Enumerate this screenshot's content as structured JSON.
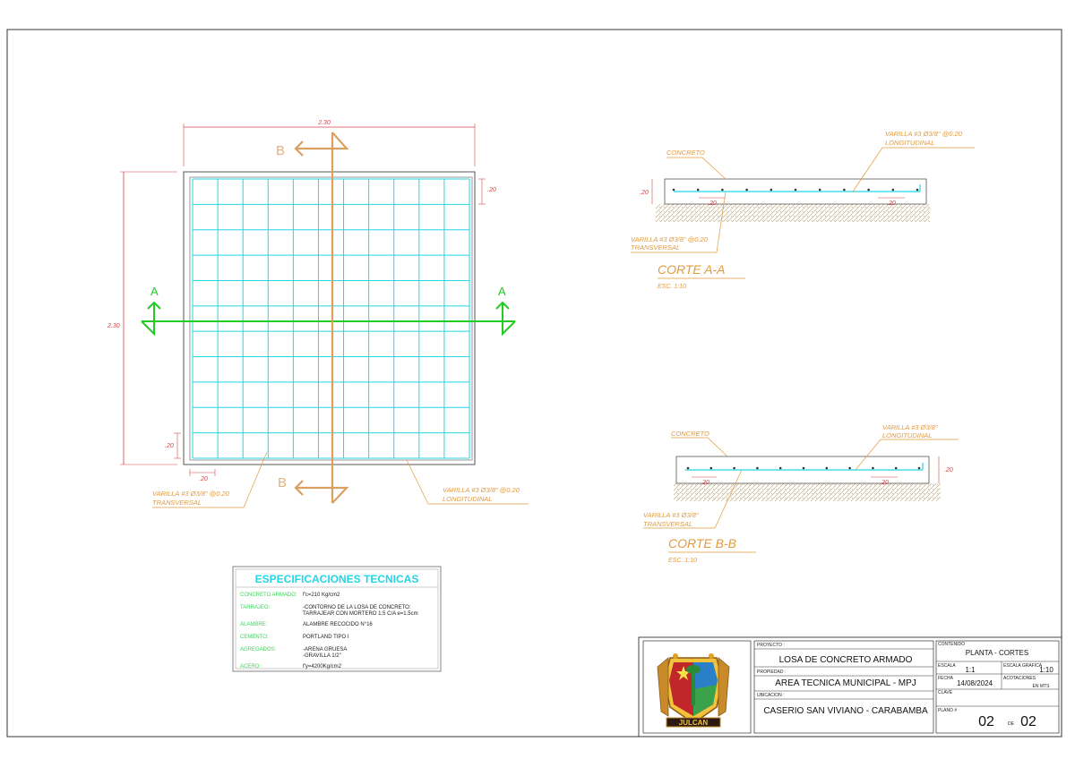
{
  "plan": {
    "dim_width": "2.30",
    "dim_height": "2.30",
    "dim_spacing_right": ".20",
    "dim_spacing_left": ".20",
    "dim_spacing_bottom": ".20",
    "cut_a_left": "A",
    "cut_a_right": "A",
    "cut_b_top": "B",
    "cut_b_bottom": "B",
    "label_transversal_1": "VARILLA #3 Ø3/8\" @0.20",
    "label_transversal_2": "TRANSVERSAL",
    "label_longitudinal_1": "VARILLA #3 Ø3/8\" @0.20",
    "label_longitudinal_2": "LONGITUDINAL"
  },
  "section_a": {
    "label_concrete": "CONCRETO",
    "label_long_1": "VARILLA #3 Ø3/8\" @0.20",
    "label_long_2": "LONGITUDINAL",
    "label_trans_1": "VARILLA #3 Ø3/8\" @0.20",
    "label_trans_2": "TRANSVERSAL",
    "dim_thickness": ".20",
    "dim_left": ".20",
    "dim_right": ".20",
    "title": "CORTE A-A",
    "scale": "ESC. 1:10"
  },
  "section_b": {
    "label_concrete": "CONCRETO",
    "label_long_1": "VARILLA #3 Ø3/8\"",
    "label_long_2": "LONGITUDINAL",
    "label_trans_1": "VARILLA #3 Ø3/8\"",
    "label_trans_2": "TRANSVERSAL",
    "dim_thickness": ".20",
    "dim_left": ".20",
    "dim_right": ".20",
    "title": "CORTE B-B",
    "scale": "ESC. 1:10"
  },
  "specs": {
    "title": "ESPECIFICACIONES TECNICAS",
    "rows": [
      {
        "key": "CONCRETO ARMADO:",
        "lines": [
          "f'c=210 Kg/cm2"
        ]
      },
      {
        "key": "TARRAJEO:",
        "lines": [
          "-CONTORNO DE LA LOSA DE CONCRETO:",
          " TARRAJEAR CON MORTERO 1:5 C/A e=1.5cm"
        ]
      },
      {
        "key": "ALAMBRE:",
        "lines": [
          "ALAMBRE RECOCIDO N°16"
        ]
      },
      {
        "key": "CEMENTO:",
        "lines": [
          "PORTLAND TIPO I"
        ]
      },
      {
        "key": "AGREGADOS:",
        "lines": [
          "-ARENA GRUESA",
          "-GRAVILLA 1/2\""
        ]
      },
      {
        "key": "ACERO:",
        "lines": [
          "f'y=4200Kg/cm2"
        ]
      }
    ]
  },
  "title_block": {
    "logo_text": "JULCAN",
    "proyecto_label": "PROYECTO :",
    "proyecto": "LOSA DE CONCRETO ARMADO",
    "propiedad_label": "PROPIEDAD :",
    "propiedad": "AREA TECNICA MUNICIPAL - MPJ",
    "ubicacion_label": "UBICACION :",
    "ubicacion": "CASERIO SAN VIVIANO - CARABAMBA",
    "contenido_label": "CONTENIDO",
    "contenido": "PLANTA - CORTES",
    "escala_label": "ESCALA",
    "escala": "1:1",
    "escala_grafica_label": "ESCALA GRAFICA",
    "escala_grafica": "1:10",
    "fecha_label": "FECHA",
    "fecha": "14/08/2024",
    "acotaciones_label": "ACOTACIONES",
    "acotaciones": "EN MTS",
    "clave_label": "CLAVE",
    "plano_label": "PLANO #",
    "plano": "02",
    "de_label": "DE",
    "total": "02"
  },
  "colors": {
    "rebar": "#22d6e6",
    "cut_line": "#22cc22",
    "dimension": "#d64545",
    "annotation": "#e39a3d"
  }
}
